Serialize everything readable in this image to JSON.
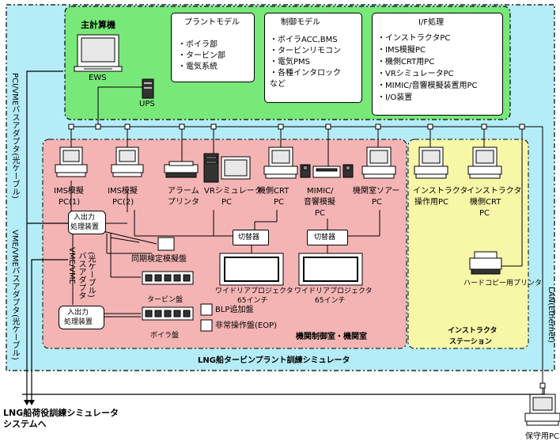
{
  "colors": {
    "outer_bg": "#b4ecf7",
    "top_bg": "#78e878",
    "control_room_bg": "#f4b4b4",
    "station_bg": "#f7f7a8"
  },
  "top": {
    "main_computer": "主計算機",
    "ews": "EWS",
    "ups": "UPS",
    "plant_model": {
      "title": "プラントモデル",
      "items": [
        "・ボイラ部",
        "・タービン部",
        "・電気系統"
      ]
    },
    "control_model": {
      "title": "制御モデル",
      "items": [
        "・ボイラACC,BMS",
        "・タービンリモコン",
        "・電気PMS",
        "・各種インタロック",
        "  など"
      ]
    },
    "if_processing": {
      "title": "I/F処理",
      "items": [
        "・インストラクタPC",
        "・IMS模擬PC",
        "・機側CRT用PC",
        "・VRシミュレータPC",
        "・MIMIC/音響模擬装置用PC",
        "・I/O装置"
      ]
    }
  },
  "devices": {
    "ims1": [
      "IMS模擬",
      "PC(1)"
    ],
    "ims2": [
      "IMS模擬",
      "PC(2)"
    ],
    "alarm": [
      "アラーム",
      "プリンタ"
    ],
    "vr": [
      "VRシミュレータ",
      "PC"
    ],
    "crt": [
      "機側CRT",
      "PC"
    ],
    "mimic": [
      "MIMIC/",
      "音響模擬",
      "PC"
    ],
    "sorr": [
      "機関室ソアー",
      "PC"
    ],
    "inst_op": [
      "インストラクタ",
      "操作用PC"
    ],
    "inst_crt": [
      "インストラクタ",
      "機側CRT",
      "PC"
    ]
  },
  "io_unit_1": [
    "入出力",
    "処理装置"
  ],
  "io_unit_2": [
    "入出力",
    "処理装置"
  ],
  "switcher_1": "切替器",
  "switcher_2": "切替器",
  "sync_panel": "同期検定模擬盤",
  "turbine_panel": "タービン盤",
  "boiler_panel": "ボイラ盤",
  "blp_panel": "BLP追加盤",
  "eop_panel": "非常操作盤(EOP)",
  "projector_1": [
    "ワイドリアプロジェクタ",
    "65インチ"
  ],
  "projector_2": [
    "ワイドリアプロジェクタ",
    "65インチ"
  ],
  "hardcopy_printer": "ハードコピー用プリンタ",
  "control_room_label": "機関制御室・機関室",
  "station_label": [
    "インストラクタ",
    "ステーション"
  ],
  "system_label": "LNG船タービンプラント訓練シミュレータ",
  "cable_pci": "PCI/VMEバスアダプタ(光ケーブル)",
  "cable_vme_inner": [
    "VME/VME",
    "バスアダプタ",
    "(光ケーブル)"
  ],
  "cable_vme_outer": "VME/VMEバスアダプタ(光ケーブル)",
  "lan_label": "LAN(Ethernet)",
  "maintenance_pc": "保守用PC",
  "external_system": [
    "LNG船荷役訓練シミュレータ",
    "システムへ"
  ]
}
